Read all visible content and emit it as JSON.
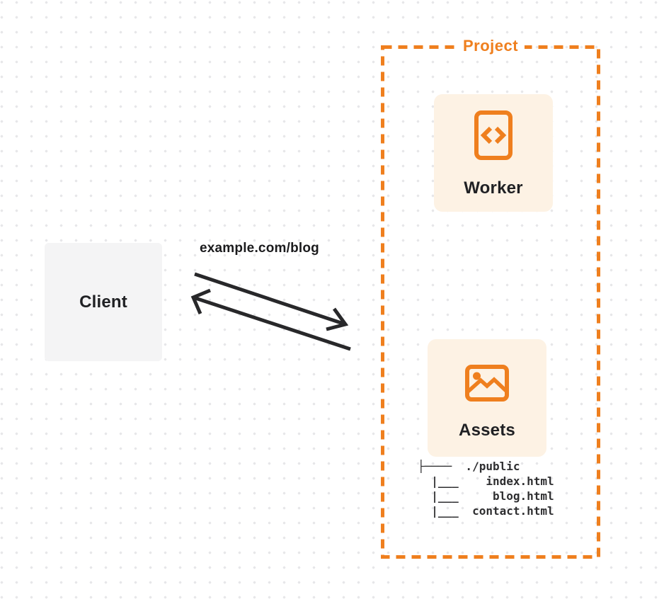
{
  "client": {
    "label": "Client"
  },
  "request": {
    "url_label": "example.com/blog"
  },
  "project": {
    "label": "Project",
    "worker": {
      "label": "Worker",
      "icon": "code-file-icon"
    },
    "assets": {
      "label": "Assets",
      "icon": "image-icon",
      "file_tree": [
        "├────  ./public",
        "  |___    index.html",
        "  |___     blog.html",
        "  |___  contact.html"
      ]
    }
  },
  "colors": {
    "accent_orange": "#ef7f1e",
    "card_background": "#fdf2e4",
    "client_background": "#f4f4f5",
    "arrow": "#28282a",
    "text_dark": "#202124"
  }
}
